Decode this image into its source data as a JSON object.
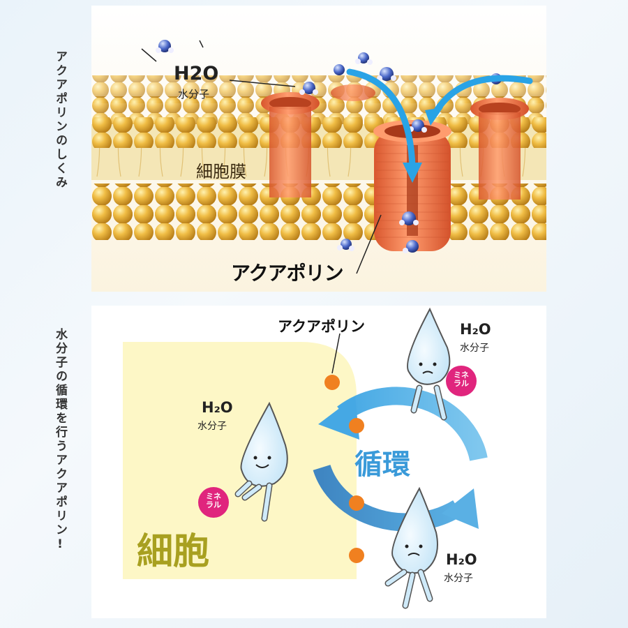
{
  "left_labels": {
    "top": "アクアポリンのしくみ",
    "bottom": "水分子の循環を行うアクアポリン!"
  },
  "top_panel": {
    "h2o": "H2O",
    "water_molecule": "水分子",
    "cell_membrane": "細胞膜",
    "aquaporin": "アクアポリン"
  },
  "bottom_panel": {
    "aquaporin": "アクアポリン",
    "h2o_top_right": "H₂O",
    "water_top_right": "水分子",
    "h2o_left": "H₂O",
    "water_left": "水分子",
    "h2o_bottom_right": "H₂O",
    "water_bottom_right": "水分子",
    "cycle": "循環",
    "cell": "細胞",
    "mineral_1": "ミネラル",
    "mineral_2": "ミネラル"
  },
  "colors": {
    "membrane_head": "#e8b13a",
    "channel": "#f07a4c",
    "arrow_blue": "#29a3e6",
    "cycle_blue": "#3a9ad9",
    "cell_fill": "#fdf7c6",
    "cell_text": "#a8a020",
    "mineral_pink": "#e0257d",
    "port_orange": "#f08020"
  }
}
